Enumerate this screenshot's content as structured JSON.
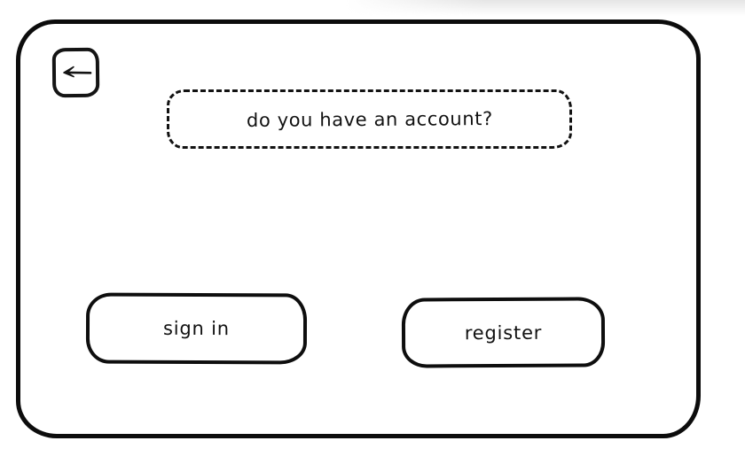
{
  "screen": {
    "name": "account-choice",
    "prompt": {
      "text": "do you have an account?"
    },
    "back_button": {
      "icon": "arrow-left-icon"
    },
    "buttons": {
      "sign_in_label": "sign in",
      "register_label": "register"
    },
    "colors": {
      "stroke": "#0c0c0c",
      "background": "#ffffff",
      "top_shade": "#e1e1e1"
    }
  }
}
